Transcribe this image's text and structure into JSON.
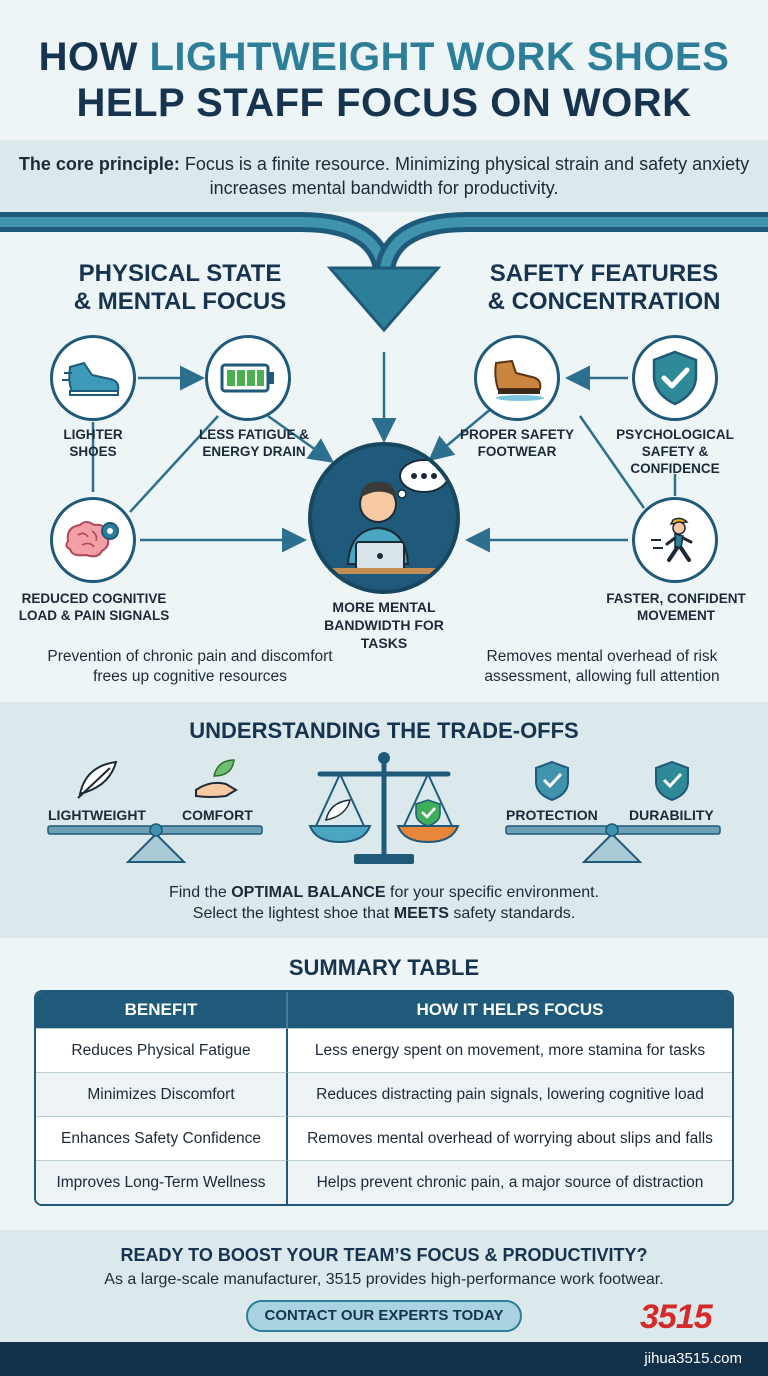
{
  "header": {
    "title_line1_part1": "HOW ",
    "title_line1_accent": "LIGHTWEIGHT WORK SHOES",
    "title_line2": "HELP STAFF FOCUS ON WORK"
  },
  "principle": {
    "lead": "The core principle:",
    "text": " Focus is a finite resource. Minimizing physical strain and safety anxiety increases mental bandwidth for productivity."
  },
  "left": {
    "title_line1": "PHYSICAL STATE",
    "title_line2": "& MENTAL FOCUS",
    "node1_line1": "LIGHTER",
    "node1_line2": "SHOES",
    "node2_line1": "LESS FATIGUE &",
    "node2_line2": "ENERGY DRAIN",
    "node3_line1": "REDUCED COGNITIVE",
    "node3_line2": "LOAD & PAIN SIGNALS",
    "note": "Prevention of chronic pain and discomfort frees up cognitive resources",
    "node1_icon": "sneaker-icon",
    "node2_icon": "battery-icon",
    "node3_icon": "brain-gear-icon"
  },
  "right": {
    "title_line1": "SAFETY FEATURES",
    "title_line2": "& CONCENTRATION",
    "node1_line1": "PROPER SAFETY",
    "node1_line2": "FOOTWEAR",
    "node2_line1": "PSYCHOLOGICAL",
    "node2_line2": "SAFETY &",
    "node2_line3": "CONFIDENCE",
    "node3_line1": "FASTER, CONFIDENT",
    "node3_line2": "MOVEMENT",
    "note": "Removes mental overhead of risk assessment, allowing full attention",
    "node1_icon": "safety-shoe-icon",
    "node2_icon": "shield-check-icon",
    "node3_icon": "walking-worker-icon"
  },
  "center": {
    "line1": "MORE MENTAL",
    "line2": "BANDWIDTH FOR",
    "line3": "TASKS",
    "icon": "focused-worker-icon"
  },
  "tradeoffs": {
    "title": "UNDERSTANDING THE TRADE-OFFS",
    "label_lightweight": "LIGHTWEIGHT",
    "label_comfort": "COMFORT",
    "label_protection": "PROTECTION",
    "label_durability": "DURABILITY",
    "line1_pre": "Find the ",
    "line1_bold": "OPTIMAL BALANCE",
    "line1_post": " for your specific environment.",
    "line2_pre": "Select the lightest shoe that ",
    "line2_bold": "MEETS",
    "line2_post": " safety standards."
  },
  "summary": {
    "title": "SUMMARY TABLE",
    "col_benefit": "BENEFIT",
    "col_how": "HOW IT HELPS FOCUS",
    "rows": [
      {
        "benefit": "Reduces Physical Fatigue",
        "how": "Less energy spent on movement, more stamina for tasks"
      },
      {
        "benefit": "Minimizes Discomfort",
        "how": "Reduces distracting pain signals, lowering cognitive load"
      },
      {
        "benefit": "Enhances Safety Confidence",
        "how": "Removes mental overhead of worrying about slips and falls"
      },
      {
        "benefit": "Improves Long-Term Wellness",
        "how": "Helps prevent chronic pain, a major source of distraction"
      }
    ]
  },
  "cta": {
    "title": "READY TO BOOST YOUR TEAM’S FOCUS & PRODUCTIVITY?",
    "subtitle": "As a large-scale manufacturer, 3515 provides high-performance work footwear.",
    "button": "CONTACT OUR EXPERTS TODAY",
    "logo_text": "3515",
    "url": "jihua3515.com"
  },
  "colors": {
    "primary": "#1f5a7a",
    "accent": "#2d7f99",
    "dark": "#16344f",
    "brand_red": "#d52a2a",
    "battery_green": "#4caf50"
  }
}
